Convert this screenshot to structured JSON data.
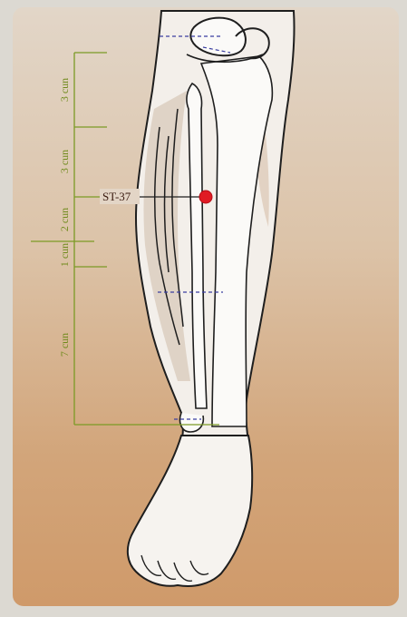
{
  "point": {
    "label": "ST-37",
    "color": "#e01b24"
  },
  "measure_labels": [
    "3 cun",
    "3 cun",
    "2 cun",
    "1 cun",
    "7 cun"
  ],
  "colors": {
    "measure": "#7b9a25",
    "skin": "#f4f1ed",
    "outline": "#222222",
    "shading": "#ddd0c4",
    "marker_dash": "#3b3fa0"
  }
}
